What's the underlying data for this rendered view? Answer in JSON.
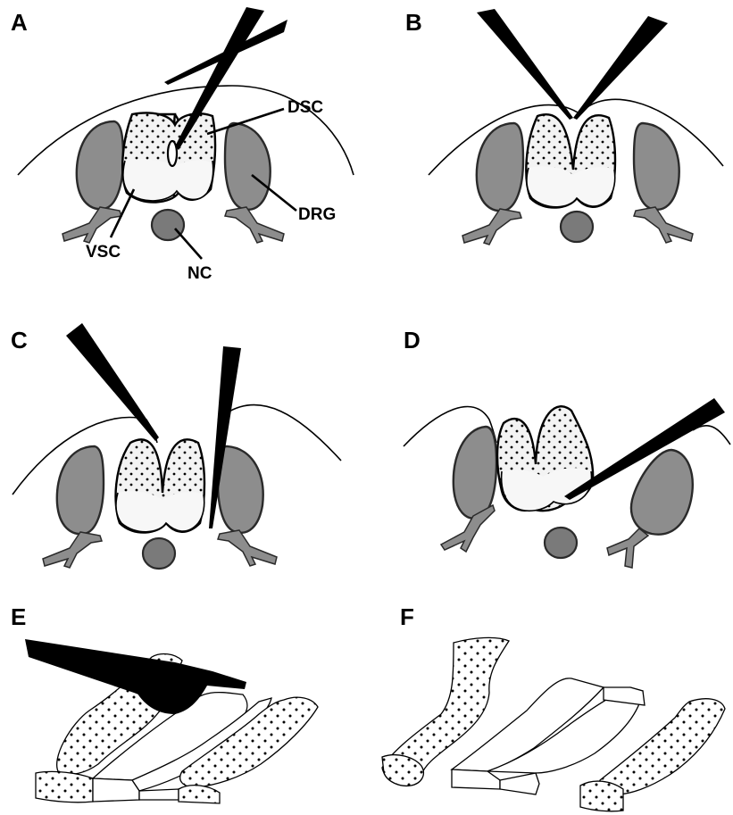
{
  "panels": {
    "a": {
      "letter": "A"
    },
    "b": {
      "letter": "B"
    },
    "c": {
      "letter": "C"
    },
    "d": {
      "letter": "D"
    },
    "e": {
      "letter": "E"
    },
    "f": {
      "letter": "F"
    }
  },
  "labels": {
    "dsc": "DSC",
    "drg": "DRG",
    "vsc": "VSC",
    "nc": "NC"
  },
  "colors": {
    "drg_fill": "#8d8d8d",
    "cord_fill": "#f3f3f3",
    "needle": "#000000"
  }
}
